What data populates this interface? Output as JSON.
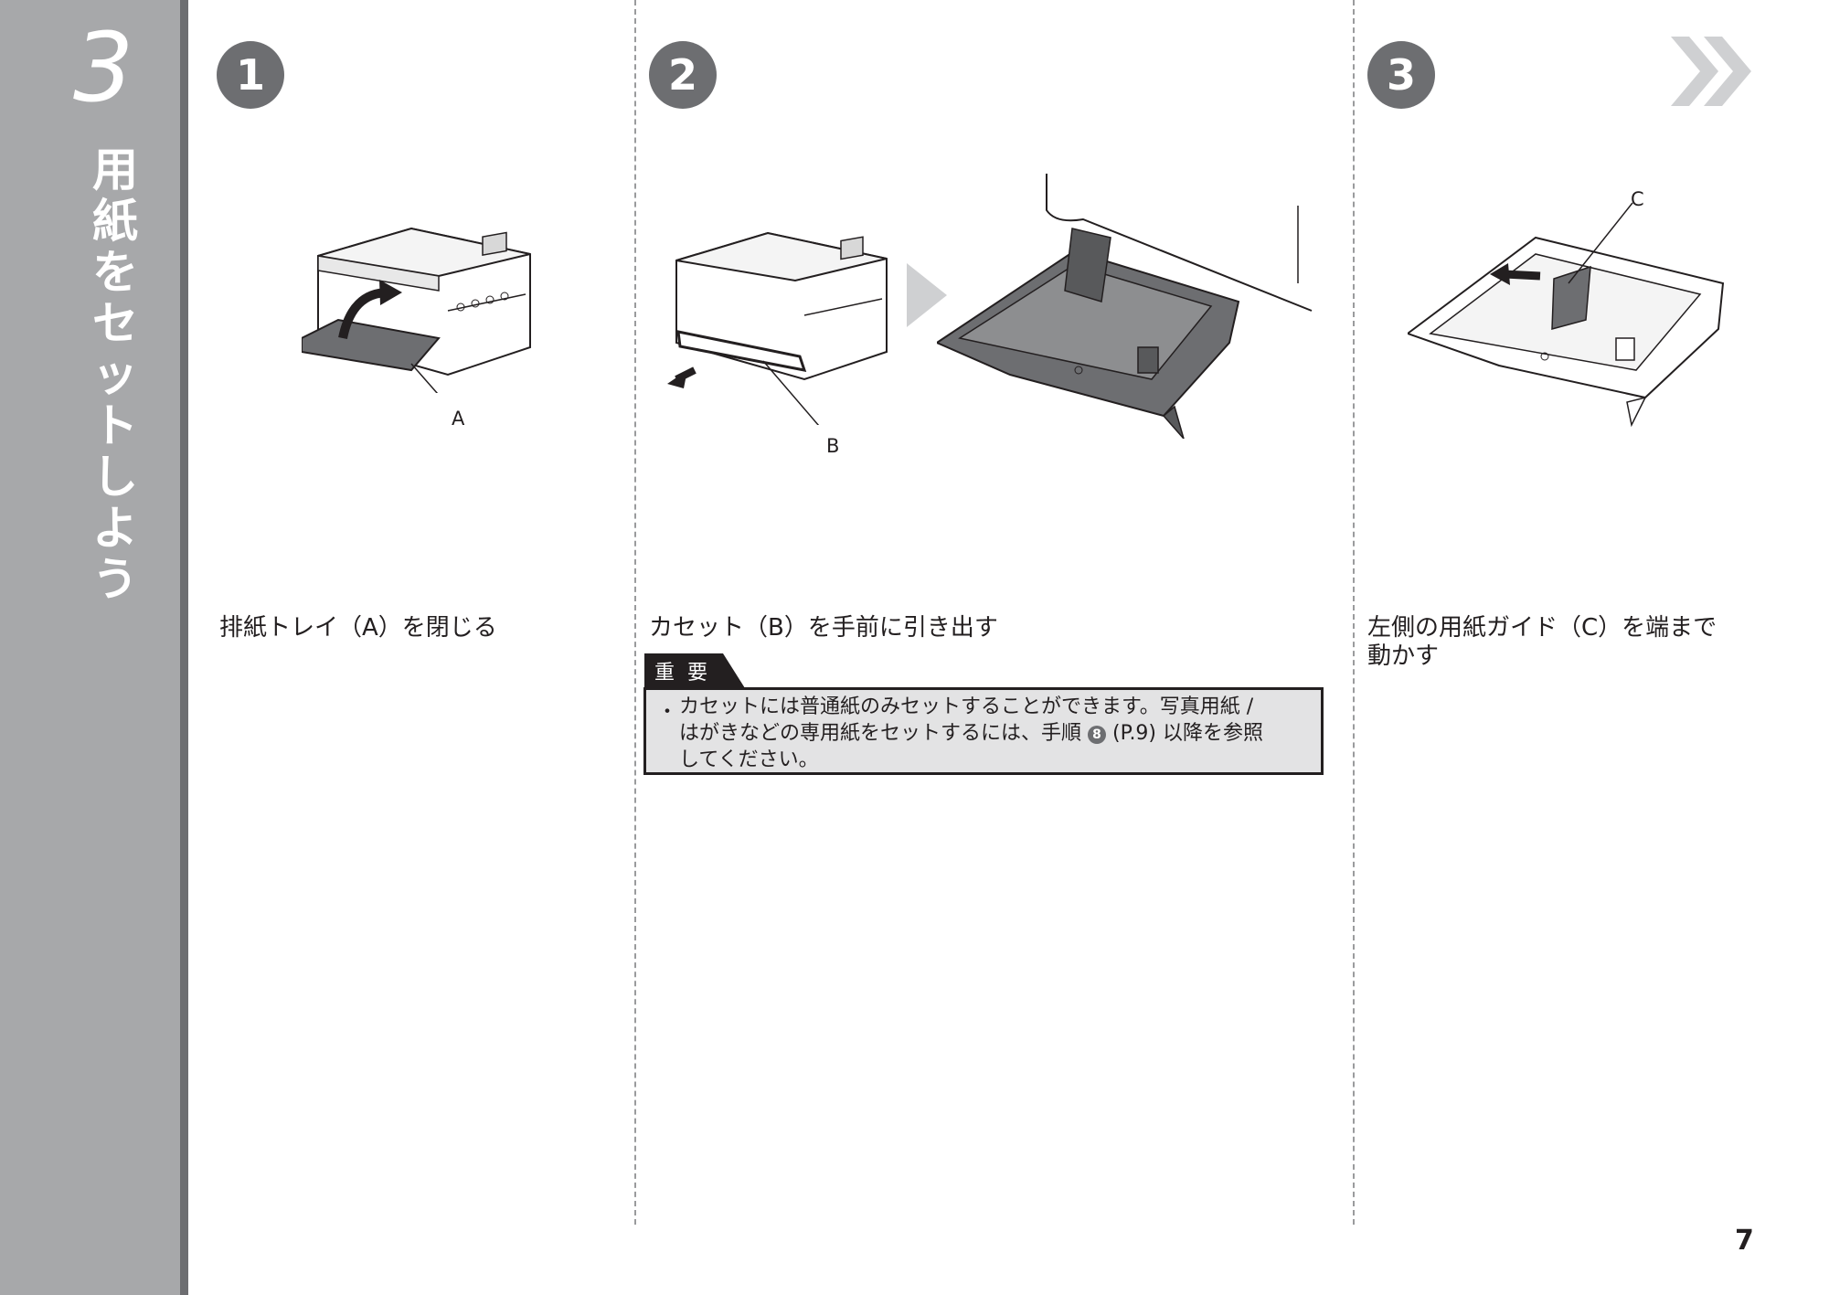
{
  "chapter": {
    "number": "3",
    "title_chars": [
      "用",
      "紙",
      "を",
      "セ",
      "ッ",
      "ト",
      "し",
      "よ",
      "う"
    ]
  },
  "steps": [
    {
      "badge": "1",
      "text": "排紙トレイ（A）を閉じる",
      "callout": "A"
    },
    {
      "badge": "2",
      "text": "カセット（B）を手前に引き出す",
      "callout": "B"
    },
    {
      "badge": "3",
      "text_line1": "左側の用紙ガイド（C）を端まで",
      "text_line2": "動かす",
      "callout": "C"
    }
  ],
  "important": {
    "label": "重要",
    "bullet": "・",
    "line1": "カセットには普通紙のみセットすることができます。写真用紙 /",
    "line2_before": "はがきなどの専用紙をセットするには、手順",
    "line2_ref": "8",
    "line2_after": "(P.9) 以降を参照",
    "line3": "してください。"
  },
  "page_number": "7",
  "colors": {
    "sidebar": "#a7a8aa",
    "sidebar_edge": "#6d6e71",
    "badge": "#6d6e71",
    "important_bg": "#e3e3e4",
    "text": "#231f20"
  }
}
